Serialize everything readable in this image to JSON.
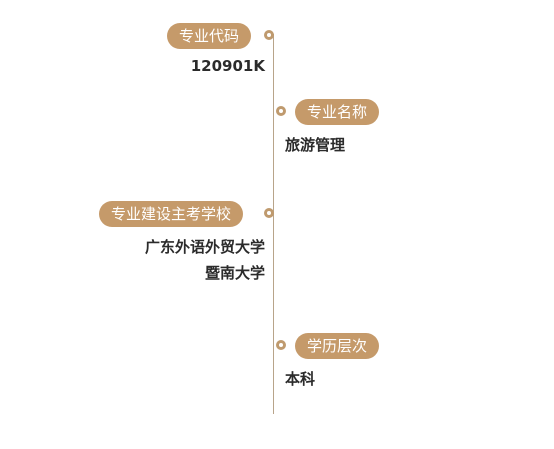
{
  "timeline": {
    "items": [
      {
        "label": "专业代码",
        "values": [
          "120901K"
        ]
      },
      {
        "label": "专业名称",
        "values": [
          "旅游管理"
        ]
      },
      {
        "label": "专业建设主考学校",
        "values": [
          "广东外语外贸大学",
          "暨南大学"
        ]
      },
      {
        "label": "学历层次",
        "values": [
          "本科"
        ]
      }
    ]
  },
  "colors": {
    "accent": "#c59a6a",
    "line": "#b8a48a",
    "text": "#2b2b2b"
  }
}
